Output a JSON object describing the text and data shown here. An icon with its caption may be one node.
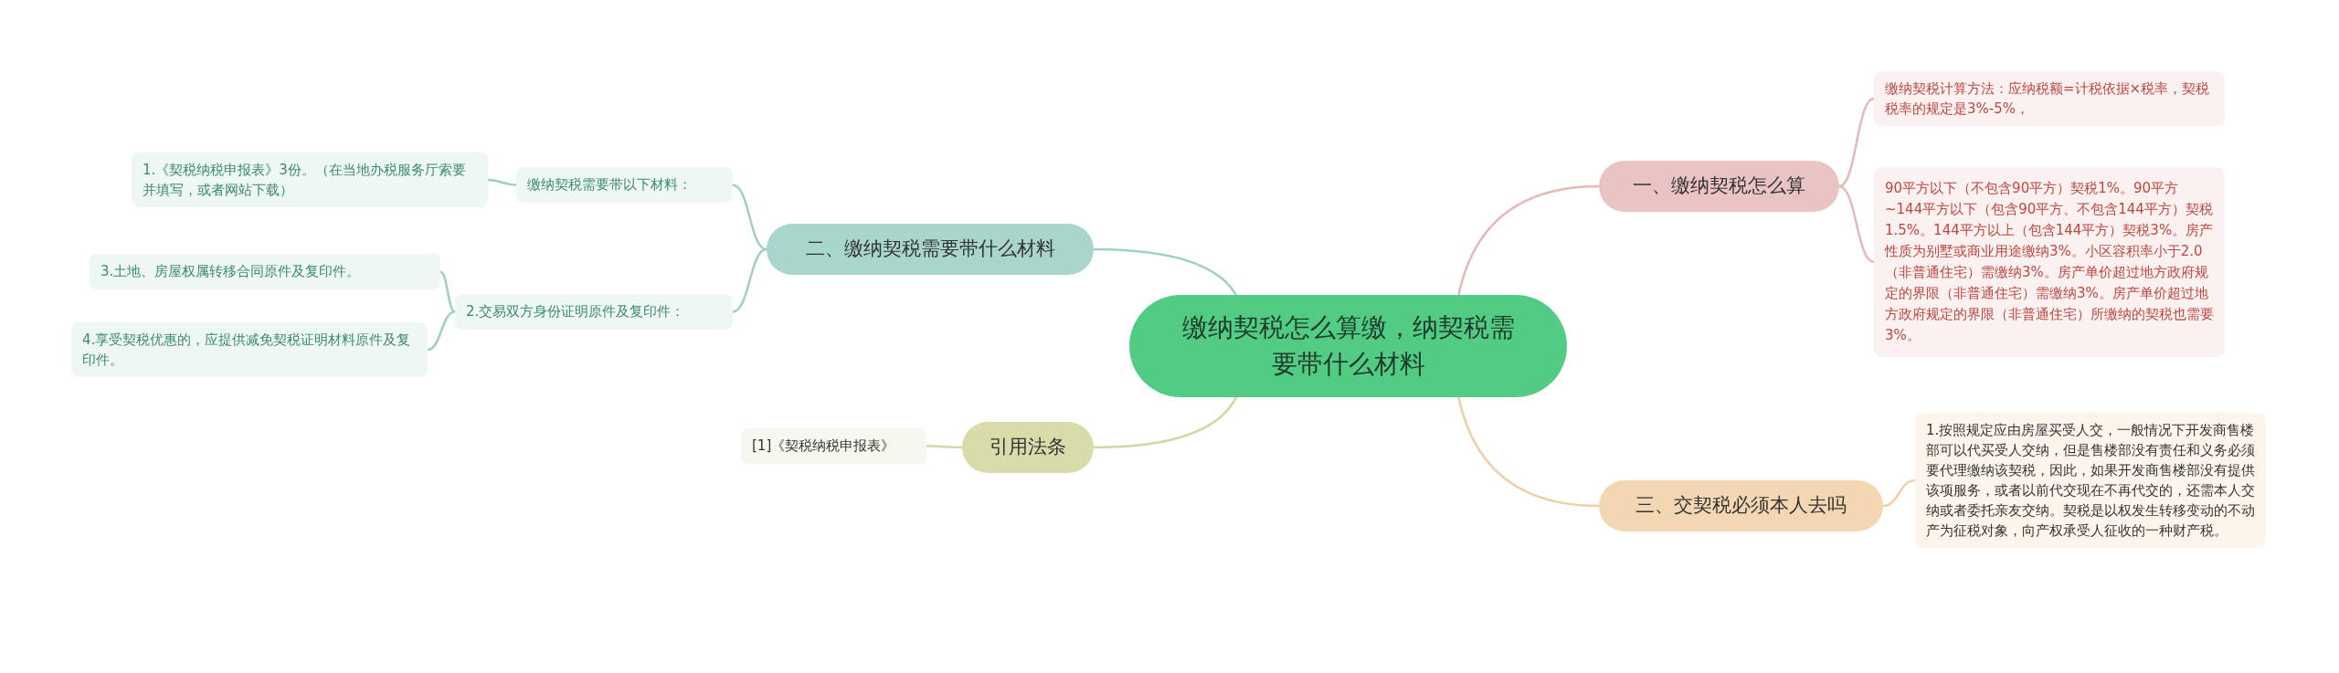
{
  "diagram": {
    "nodes": [
      {
        "text": [
          "缴纳契税怎么算缴，纳契税需要带什么材料"
        ]
      },
      {
        "text": [
          "一、缴纳契税怎么算"
        ]
      },
      {
        "text": [
          "缴纳契税计算方法：应纳税额=计税依据×税率，契税税率的规定是3%-5%，"
        ]
      },
      {
        "text": [
          "90平方以下（不包含90平方）契税1%。90平方~144平方以下（包含90平方、不包含144平方）契税1.5%。144平方以上（包含144平方）契税3%。房产性质为别墅或商业用途缴纳3%。小区容积率小于2.0（非普通住宅）需缴纳3%。房产单价超过地方政府规定的界限（非普通住宅）需缴纳3%。房产单价超过地方政府规定的界限（非普通住宅）所缴纳的契税也需要3%。"
        ]
      },
      {
        "text": [
          "二、缴纳契税需要带什么材料"
        ]
      },
      {
        "text": [
          "缴纳契税需要带以下材料："
        ]
      },
      {
        "text": [
          "1.《契税纳税申报表》3份。（在当地办税服务厅索要并填写，或者网站下载）"
        ]
      },
      {
        "text": [
          "2.交易双方身份证明原件及复印件："
        ]
      },
      {
        "text": [
          "3.土地、房屋权属转移合同原件及复印件。"
        ]
      },
      {
        "text": [
          "4.享受契税优惠的，应提供减免契税证明材料原件及复印件。"
        ]
      },
      {
        "text": [
          "引用法条"
        ]
      },
      {
        "text": [
          "[1]《契税纳税申报表》"
        ]
      },
      {
        "text": [
          "三、交契税必须本人去吗"
        ]
      },
      {
        "text": [
          "1.按照规定应由房屋买受人交，一般情况下开发商售楼部可以代买受人交纳，但是售楼部没有责任和义务必须要代理缴纳该契税，因此，如果开发商售楼部没有提供该项服务，或者以前代交现在不再代交的，还需本人交纳或者委托亲友交纳。契税是以权发生转移变动的不动产为征税对象，向产权承受人征收的一种财产税。"
        ]
      }
    ],
    "edges": [
      {
        "from": 0,
        "to": 1,
        "arrow": "none",
        "color": "#e6b8b8"
      },
      {
        "from": 1,
        "to": 2,
        "arrow": "none",
        "color": "#e6b8b8"
      },
      {
        "from": 1,
        "to": 3,
        "arrow": "none",
        "color": "#e6b8b8"
      },
      {
        "from": 0,
        "to": 4,
        "arrow": "none",
        "color": "#9fcfc5"
      },
      {
        "from": 4,
        "to": 5,
        "arrow": "none",
        "color": "#9fcfc5"
      },
      {
        "from": 5,
        "to": 6,
        "arrow": "none",
        "color": "#9fcfc5"
      },
      {
        "from": 4,
        "to": 7,
        "arrow": "none",
        "color": "#9fcfc5"
      },
      {
        "from": 7,
        "to": 8,
        "arrow": "none",
        "color": "#9fcfc5"
      },
      {
        "from": 7,
        "to": 9,
        "arrow": "none",
        "color": "#9fcfc5"
      },
      {
        "from": 0,
        "to": 10,
        "arrow": "none",
        "color": "#d3d6a4"
      },
      {
        "from": 10,
        "to": 11,
        "arrow": "none",
        "color": "#d3d6a4"
      },
      {
        "from": 0,
        "to": 12,
        "arrow": "none",
        "color": "#f0cfa5"
      },
      {
        "from": 12,
        "to": 13,
        "arrow": "none",
        "color": "#f0cfa5"
      }
    ]
  }
}
